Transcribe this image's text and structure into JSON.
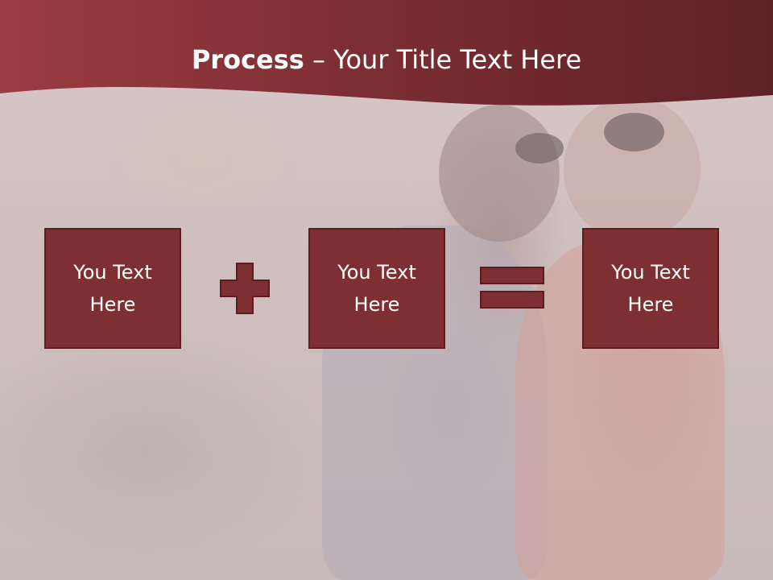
{
  "slide": {
    "title_bold": "Process",
    "title_rest": " – Your Title Text Here",
    "boxes": [
      {
        "line1": "You Text",
        "line2": "Here"
      },
      {
        "line1": "You Text",
        "line2": "Here"
      },
      {
        "line1": "You Text",
        "line2": "Here"
      }
    ],
    "operators": [
      "plus-icon",
      "equals-icon"
    ]
  },
  "colors": {
    "header": "#7a2d33",
    "box_fill": "#7d2f33",
    "box_border": "#5b1d20",
    "text": "#ffffff"
  }
}
